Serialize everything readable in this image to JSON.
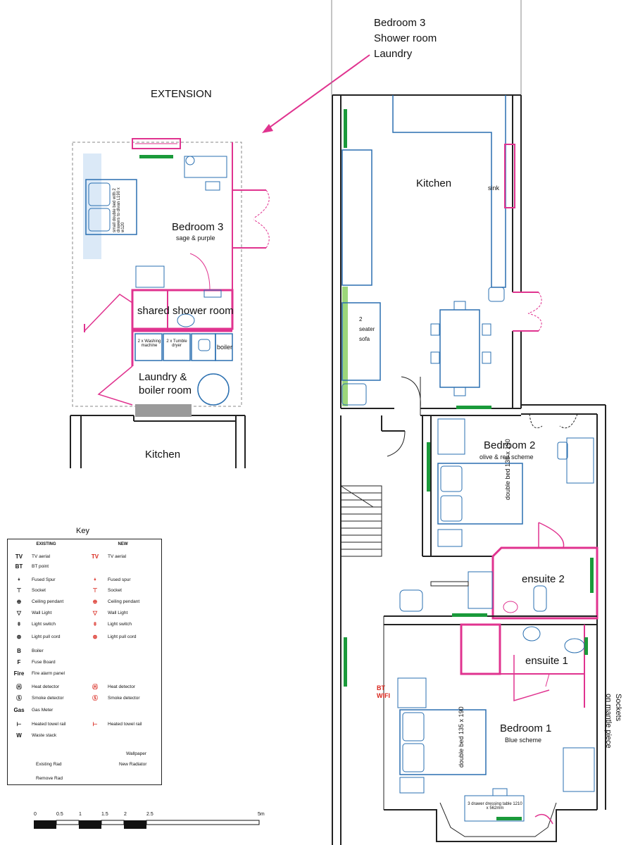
{
  "annotation": {
    "lines": [
      "Bedroom 3",
      "Shower room",
      "Laundry"
    ]
  },
  "extension": {
    "title": "EXTENSION",
    "bedroom3": {
      "name": "Bedroom 3",
      "scheme": "sage & purple",
      "bed_note": "small double bed with 2 drawers to divan L190 x w120"
    },
    "shower": {
      "name": "shared shower room"
    },
    "laundry": {
      "name_line1": "Laundry &",
      "name_line2": "boiler room",
      "washer": "2 x Washing machine",
      "dryer": "2 x Tumble dryer",
      "boiler": "boiler"
    },
    "kitchen_below": "Kitchen"
  },
  "plan": {
    "kitchen": {
      "name": "Kitchen",
      "sink": "sink",
      "sofa": [
        "2",
        "seater",
        "sofa"
      ]
    },
    "bedroom2": {
      "name": "Bedroom 2",
      "scheme": "olive & red scheme",
      "bed": "double bed 135 x 190"
    },
    "ensuite2": {
      "name": "ensuite 2"
    },
    "ensuite1": {
      "name": "ensuite 1"
    },
    "bedroom1": {
      "name": "Bedroom 1",
      "scheme": "Blue scheme",
      "bed": "double bed 135 x 190"
    },
    "bt_wifi": [
      "BT",
      "WIFI"
    ],
    "sockets_note": [
      "Sockets",
      "on mantle piece"
    ],
    "dressing_table": "3 drawer dressing table 1210 x 562mm"
  },
  "key": {
    "title": "Key",
    "col_existing": "EXISTING",
    "col_new": "NEW",
    "existing": [
      {
        "sym": "TV",
        "label": "TV aerial"
      },
      {
        "sym": "BT",
        "label": "BT point"
      },
      {
        "sym": "⍖",
        "label": "Fused Spur"
      },
      {
        "sym": "⊤",
        "label": "Socket"
      },
      {
        "sym": "⊕",
        "label": "Ceiling pendant"
      },
      {
        "sym": "▽",
        "label": "Wall Light"
      },
      {
        "sym": "ǂ",
        "label": "Light switch"
      },
      {
        "sym": "⊛",
        "label": "Light pull cord"
      },
      {
        "sym": "B",
        "label": "Boiler"
      },
      {
        "sym": "F",
        "label": "Fuse Board"
      },
      {
        "sym": "Fire",
        "label": "Fire alarm panel"
      },
      {
        "sym": "Ⓗ",
        "label": "Heat detector"
      },
      {
        "sym": "Ⓢ",
        "label": "Smoke detector"
      },
      {
        "sym": "Gas",
        "label": "Gas Meter"
      },
      {
        "sym": "⊢",
        "label": "Heated towel rail"
      },
      {
        "sym": "W",
        "label": "Waste stack"
      }
    ],
    "new": [
      {
        "sym": "TV",
        "label": "TV aerial"
      },
      {
        "sym": "⍖",
        "label": "Fused spur"
      },
      {
        "sym": "⊤",
        "label": "Socket"
      },
      {
        "sym": "⊕",
        "label": "Ceiling pendant"
      },
      {
        "sym": "▽",
        "label": "Wall Light"
      },
      {
        "sym": "ǂ",
        "label": "Light switch"
      },
      {
        "sym": "⊛",
        "label": "Light pull cord"
      },
      {
        "sym": "Ⓗ",
        "label": "Heat detector"
      },
      {
        "sym": "Ⓢ",
        "label": "Smoke detector"
      },
      {
        "sym": "⊢",
        "label": "Heated towel rail"
      }
    ],
    "wallpaper": "Wallpaper",
    "existing_rad": "Existing Rad",
    "new_radiator": "New Radiator",
    "remove_rad": "Remove Rad",
    "colors": {
      "new": "#d9261c",
      "radiator_new": "#1a9a3a",
      "wallpaper": "#9cd67a",
      "existing_rad": "#222222",
      "remove_rad": "#9a9a9a",
      "pink_wall": "#e0338f",
      "furniture": "#2a6fb0"
    }
  },
  "scale": {
    "ticks": [
      "0",
      "0.5",
      "1",
      "1.5",
      "2",
      "2.5",
      "5m"
    ]
  }
}
